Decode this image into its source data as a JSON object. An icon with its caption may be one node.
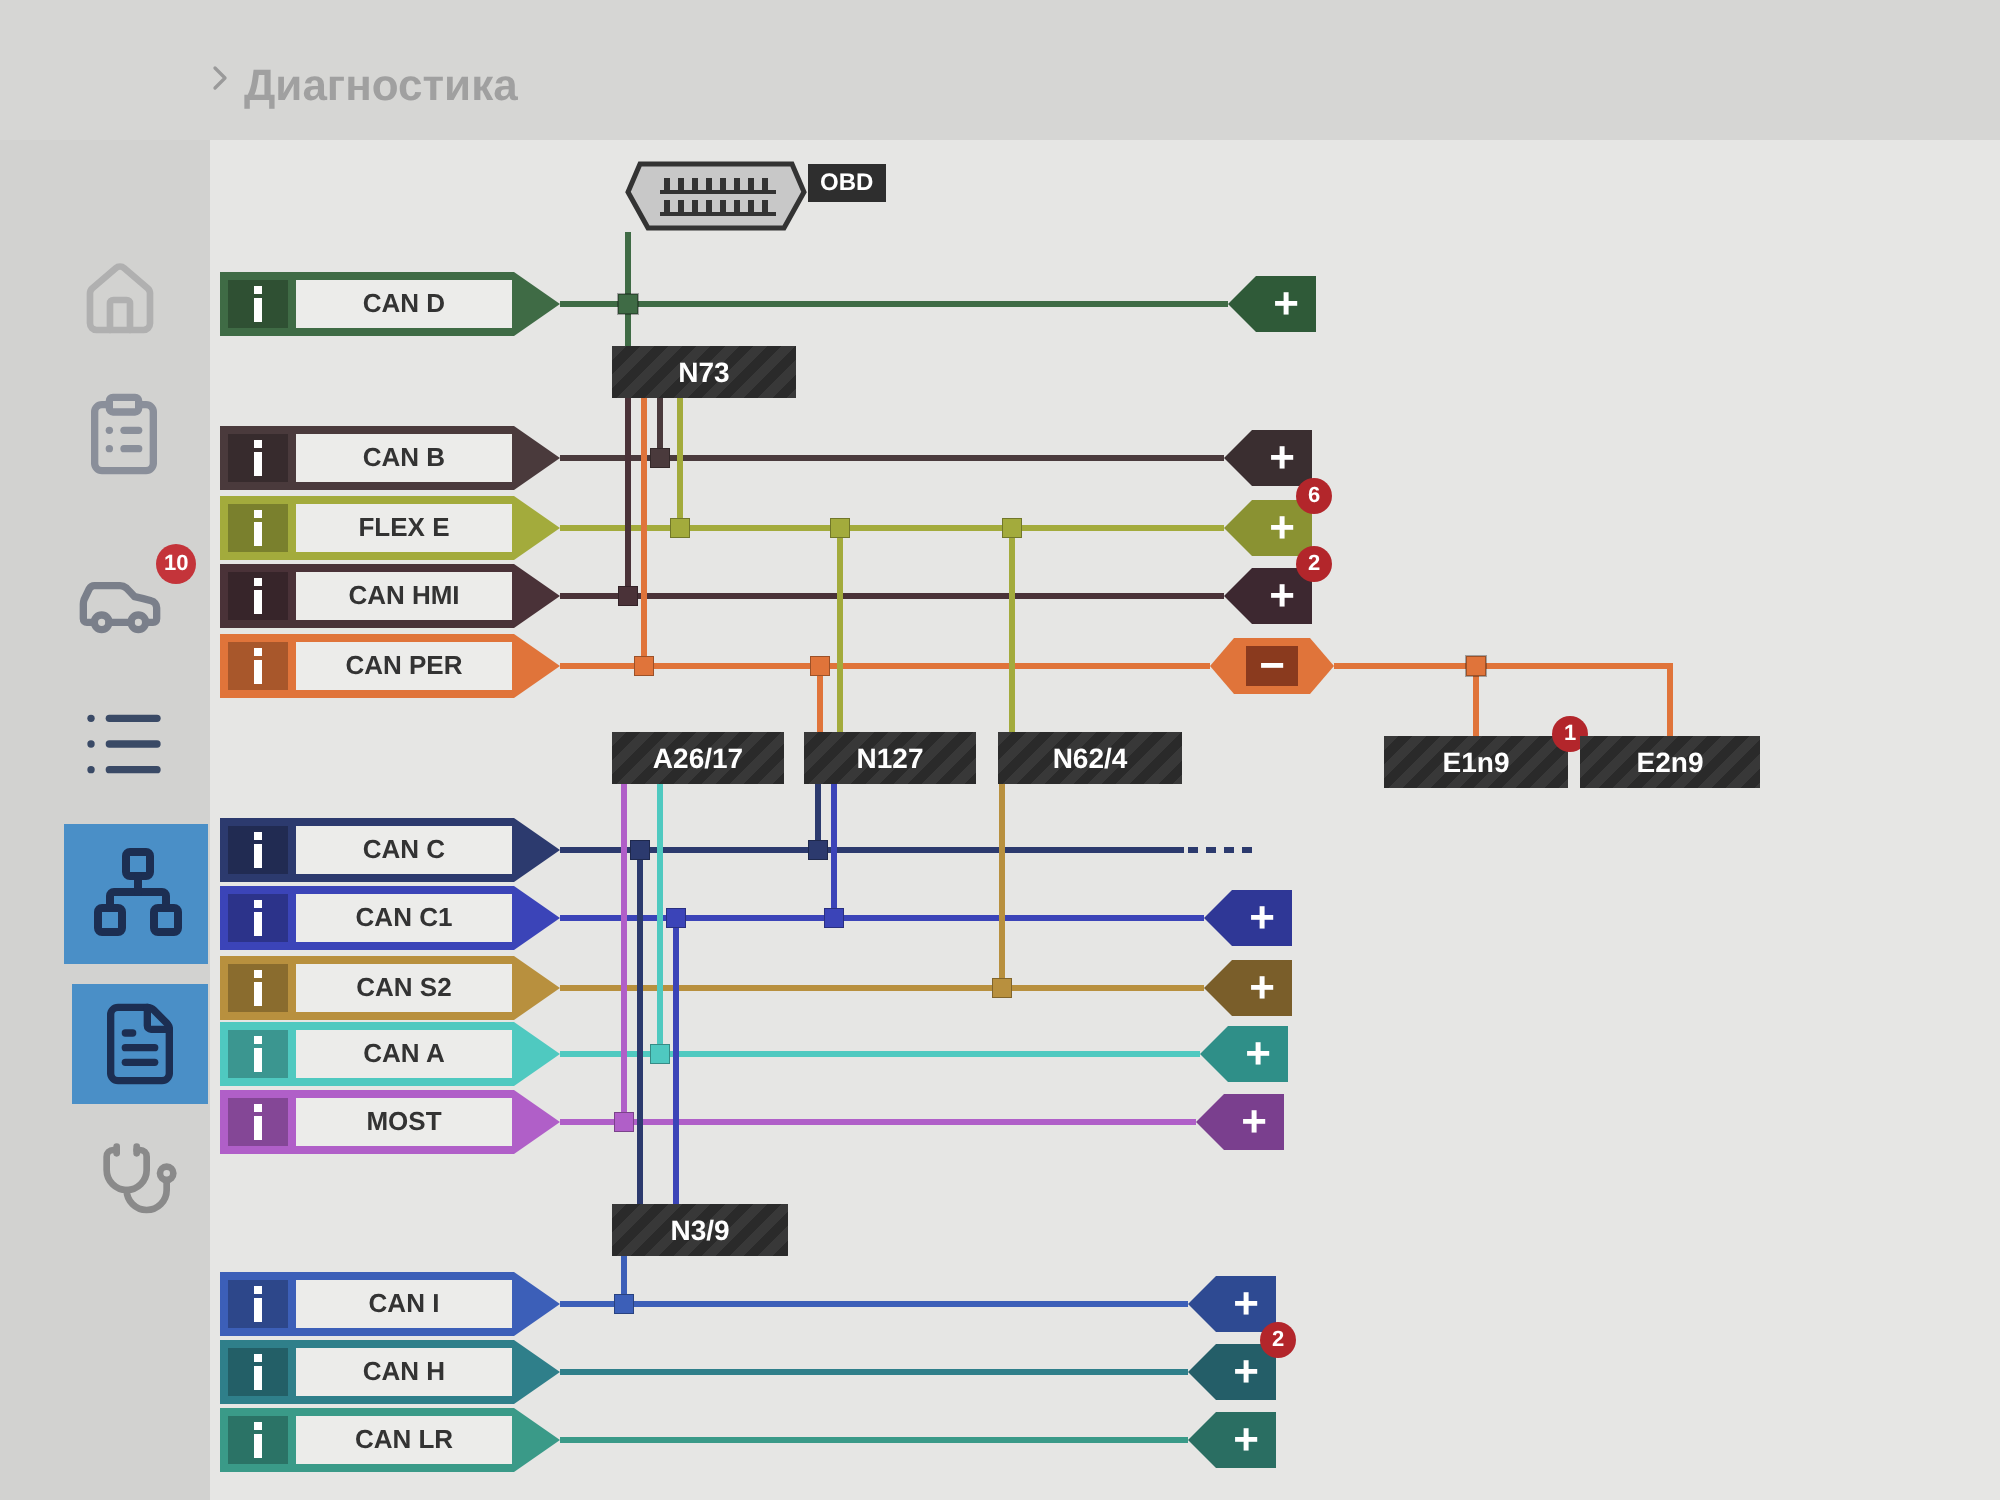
{
  "diagram": {
    "title": "Диагностика",
    "nodes": [
      {
        "text": [
          "OBD"
        ]
      },
      {
        "text": [
          "CAN D"
        ]
      },
      {
        "text": [
          "+"
        ]
      },
      {
        "text": [
          "N73"
        ]
      },
      {
        "text": [
          "CAN B"
        ]
      },
      {
        "text": [
          "+"
        ]
      },
      {
        "text": [
          "FLEX E"
        ]
      },
      {
        "text": [
          "+"
        ],
        "beside": [
          "6"
        ]
      },
      {
        "text": [
          "CAN HMI"
        ]
      },
      {
        "text": [
          "+"
        ],
        "beside": [
          "2"
        ]
      },
      {
        "text": [
          "CAN PER"
        ]
      },
      {
        "text": [
          "−"
        ]
      },
      {
        "text": [
          "A26/17"
        ]
      },
      {
        "text": [
          "N127"
        ]
      },
      {
        "text": [
          "N62/4"
        ]
      },
      {
        "text": [
          "E1n9"
        ],
        "beside": [
          "1"
        ]
      },
      {
        "text": [
          "E2n9"
        ]
      },
      {
        "text": [
          "CAN C"
        ]
      },
      {
        "text": [
          "CAN C1"
        ]
      },
      {
        "text": [
          "+"
        ]
      },
      {
        "text": [
          "CAN S2"
        ]
      },
      {
        "text": [
          "+"
        ]
      },
      {
        "text": [
          "CAN A"
        ]
      },
      {
        "text": [
          "+"
        ]
      },
      {
        "text": [
          "MOST"
        ]
      },
      {
        "text": [
          "+"
        ]
      },
      {
        "text": [
          "N3/9"
        ]
      },
      {
        "text": [
          "CAN I"
        ]
      },
      {
        "text": [
          "+"
        ]
      },
      {
        "text": [
          "CAN H"
        ]
      },
      {
        "text": [
          "+"
        ],
        "beside": [
          "2"
        ]
      },
      {
        "text": [
          "CAN LR"
        ]
      },
      {
        "text": [
          "+"
        ]
      }
    ],
    "edges": [
      {
        "from": 0,
        "to": 3,
        "arrow": "none",
        "color": "#3f6b45"
      },
      {
        "from": 1,
        "to": 2,
        "arrow": "none",
        "color": "#3f6b45"
      },
      {
        "from": 4,
        "to": 5,
        "arrow": "none",
        "color": "#4a3a3c"
      },
      {
        "from": 6,
        "to": 7,
        "arrow": "none",
        "color": "#a3ab3c"
      },
      {
        "from": 8,
        "to": 9,
        "arrow": "none",
        "color": "#4a3238"
      },
      {
        "from": 10,
        "to": 11,
        "arrow": "none",
        "color": "#e0743a"
      },
      {
        "from": 11,
        "to": 15,
        "arrow": "none",
        "color": "#e0743a"
      },
      {
        "from": 11,
        "to": 16,
        "arrow": "none",
        "color": "#e0743a"
      },
      {
        "from": 17,
        "to": null,
        "arrow": "none",
        "color": "#2c3a6e"
      },
      {
        "from": 18,
        "to": 19,
        "arrow": "none",
        "color": "#3b44b8"
      },
      {
        "from": 20,
        "to": 21,
        "arrow": "none",
        "color": "#b8903e"
      },
      {
        "from": 22,
        "to": 23,
        "arrow": "none",
        "color": "#4fc9c0"
      },
      {
        "from": 24,
        "to": 25,
        "arrow": "none",
        "color": "#b05fc8"
      },
      {
        "from": 27,
        "to": 28,
        "arrow": "none",
        "color": "#3c5fb8"
      },
      {
        "from": 29,
        "to": 30,
        "arrow": "none",
        "color": "#2f7f8a"
      },
      {
        "from": 31,
        "to": 32,
        "arrow": "none",
        "color": "#3a9a88"
      },
      {
        "from": 3,
        "to": null,
        "arrow": "other",
        "color": "#4a3a3c"
      },
      {
        "from": 3,
        "to": null,
        "arrow": "other",
        "color": "#a3ab3c"
      },
      {
        "from": 3,
        "to": null,
        "arrow": "other",
        "color": "#4a3238"
      },
      {
        "from": 3,
        "to": null,
        "arrow": "other",
        "color": "#e0743a"
      },
      {
        "from": 13,
        "to": null,
        "arrow": "other",
        "color": "#a3ab3c"
      },
      {
        "from": 13,
        "to": null,
        "arrow": "other",
        "color": "#e0743a"
      },
      {
        "from": 13,
        "to": null,
        "arrow": "other",
        "color": "#2c3a6e"
      },
      {
        "from": 13,
        "to": null,
        "arrow": "other",
        "color": "#3b44b8"
      },
      {
        "from": 14,
        "to": null,
        "arrow": "other",
        "color": "#a3ab3c"
      },
      {
        "from": 14,
        "to": null,
        "arrow": "other",
        "color": "#b8903e"
      },
      {
        "from": 12,
        "to": null,
        "arrow": "other",
        "color": "#b05fc8"
      },
      {
        "from": 12,
        "to": null,
        "arrow": "other",
        "color": "#4fc9c0"
      },
      {
        "from": 26,
        "to": null,
        "arrow": "other",
        "color": "#2c3a6e"
      },
      {
        "from": 26,
        "to": null,
        "arrow": "other",
        "color": "#3b44b8"
      },
      {
        "from": 26,
        "to": null,
        "arrow": "other",
        "color": "#3c5fb8"
      }
    ],
    "labels": [
      "10"
    ]
  }
}
